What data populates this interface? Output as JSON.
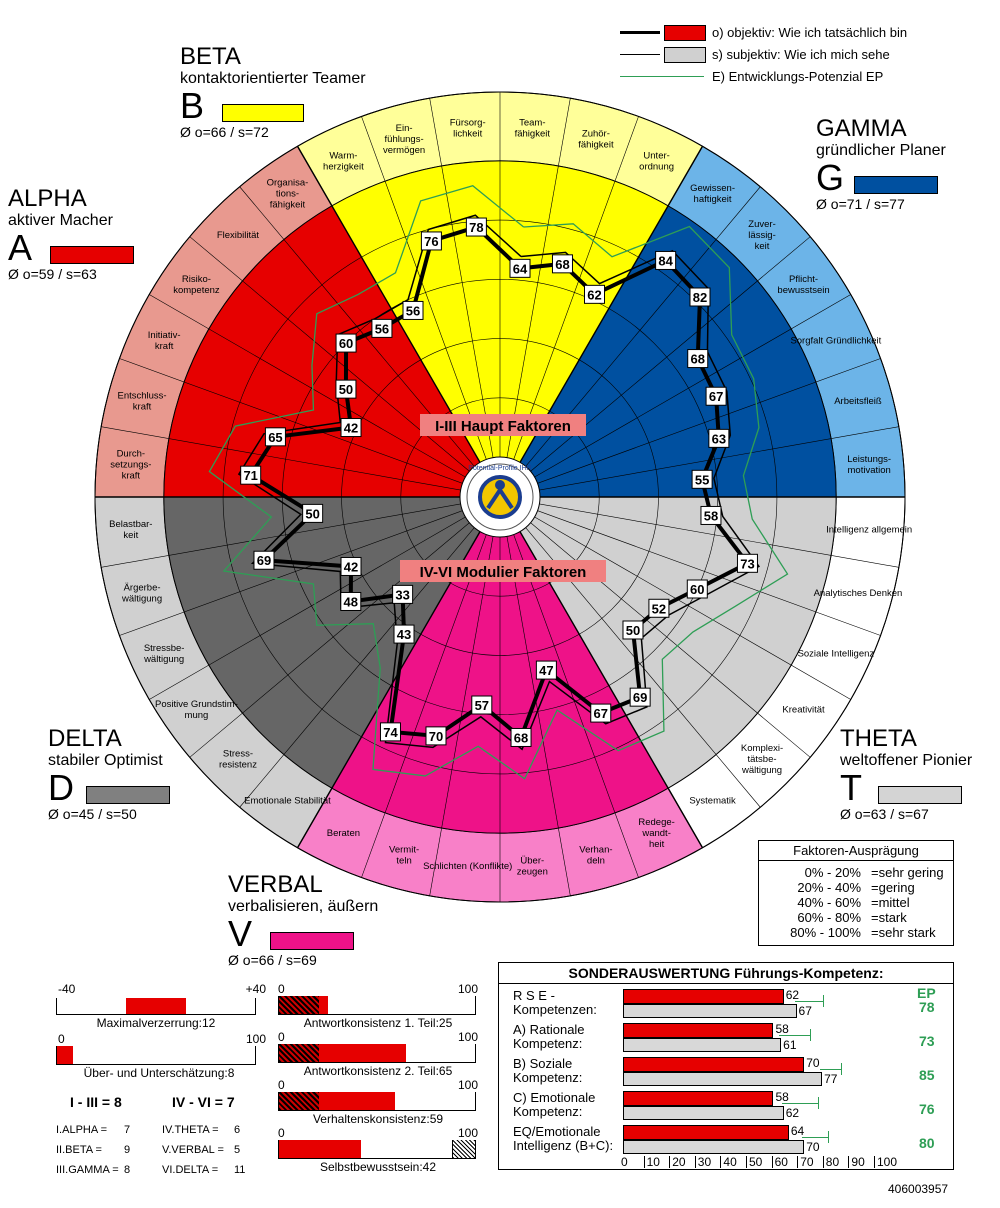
{
  "legend": [
    {
      "label": "o) objektiv: Wie ich tatsächlich bin",
      "line": "thick",
      "swatch": "#e60000"
    },
    {
      "label": "s) subjektiv: Wie ich mich sehe",
      "line": "thin",
      "swatch": "#d0d0d0"
    },
    {
      "label": "E) Entwicklungs-Potenzial EP",
      "line": "green",
      "swatch": ""
    }
  ],
  "groups": [
    {
      "id": "beta",
      "name": "BETA",
      "subtitle": "kontaktorientierter Teamer",
      "letter": "B",
      "avg": "Ø o=66 / s=72",
      "color": "#ffff00"
    },
    {
      "id": "alpha",
      "name": "ALPHA",
      "subtitle": "aktiver Macher",
      "letter": "A",
      "avg": "Ø o=59 / s=63",
      "color": "#e60000"
    },
    {
      "id": "gamma",
      "name": "GAMMA",
      "subtitle": "gründlicher Planer",
      "letter": "G",
      "avg": "Ø o=71 / s=77",
      "color": "#0050a0"
    },
    {
      "id": "delta",
      "name": "DELTA",
      "subtitle": "stabiler Optimist",
      "letter": "D",
      "avg": "Ø o=45 / s=50",
      "color": "#808080"
    },
    {
      "id": "theta",
      "name": "THETA",
      "subtitle": "weltoffener Pionier",
      "letter": "T",
      "avg": "Ø o=63 / s=67",
      "color": "#d4d4d4"
    },
    {
      "id": "verbal",
      "name": "VERBAL",
      "subtitle": "verbalisieren, äußern",
      "letter": "V",
      "avg": "Ø o=66 / s=69",
      "color": "#ee1288"
    }
  ],
  "wheel": {
    "center_label_top": "I-III Haupt Faktoren",
    "center_label_bottom": "IV-VI Modulier Faktoren",
    "logo_text": "Potential-Profile IHR"
  },
  "chart_data": {
    "type": "radar",
    "rlim": [
      0,
      100
    ],
    "categories": [
      "Team-fähigkeit",
      "Zuhör-fähigkeit",
      "Unter-ordnung",
      "Gewissen-haftigkeit",
      "Zuver-lässig-keit",
      "Pflicht-bewusstsein",
      "Sorgfalt Gründlichkeit",
      "Arbeitsfleiß",
      "Leistungs-motivation",
      "Intelligenz allgemein",
      "Analytisches Denken",
      "Soziale Intelligenz",
      "Kreativität",
      "Komplexi-tätsbe-wältigung",
      "Systematik",
      "Redege-wandt-heit",
      "Verhan-deln",
      "Über-zeugen",
      "Schlichten (Konflikte)",
      "Vermit-teln",
      "Beraten",
      "Emotionale Stabilität",
      "Stress-resistenz",
      "Positive Grundstim-mung",
      "Stressbe-wältigung",
      "Ärgerbe-wältigung",
      "Belastbar-keit",
      "Durch-setzungs-kraft",
      "Entschluss-kraft",
      "Initiativ-kraft",
      "Risiko-kompetenz",
      "Flexibilität",
      "Organisa-tions-fähigkeit",
      "Warm-herzigkeit",
      "Ein-fühlungs-vermögen",
      "Fürsorg-lichkeit"
    ],
    "series": [
      {
        "name": "o) objektiv: Wie ich tatsächlich bin",
        "values": [
          64,
          68,
          62,
          84,
          82,
          68,
          67,
          63,
          55,
          58,
          73,
          60,
          52,
          50,
          69,
          67,
          47,
          68,
          57,
          70,
          74,
          43,
          33,
          48,
          42,
          69,
          50,
          71,
          65,
          42,
          50,
          60,
          56,
          56,
          76,
          78
        ]
      }
    ]
  },
  "factor_table": {
    "title": "Faktoren-Ausprägung",
    "rows": [
      {
        "range": "0% - 20%",
        "label": "=sehr gering"
      },
      {
        "range": "20% - 40%",
        "label": "=gering"
      },
      {
        "range": "40% - 60%",
        "label": "=mittel"
      },
      {
        "range": "60% - 80%",
        "label": "=stark"
      },
      {
        "range": "80% - 100%",
        "label": "=sehr stark"
      }
    ]
  },
  "left_metrics": {
    "maxverz": {
      "label": "Maximalverzerrung:12",
      "min": "-40",
      "max": "+40",
      "value": 12
    },
    "ueber": {
      "label": "Über- und Unterschätzung:8",
      "min": "0",
      "max": "100",
      "value": 8
    },
    "totals": {
      "i_iii": "I - III = 8",
      "iv_vi": "IV - VI = 7"
    },
    "details": [
      [
        "I.ALPHA =",
        "7",
        "IV.THETA =",
        "6"
      ],
      [
        "II.BETA =",
        "9",
        "V.VERBAL =",
        "5"
      ],
      [
        "III.GAMMA =",
        "8",
        "VI.DELTA =",
        "11"
      ]
    ]
  },
  "mid_metrics": [
    {
      "label": "Antwortkonsistenz 1. Teil:25",
      "min": "0",
      "max": "100",
      "value": 25
    },
    {
      "label": "Antwortkonsistenz 2. Teil:65",
      "min": "0",
      "max": "100",
      "value": 65
    },
    {
      "label": "Verhaltenskonsistenz:59",
      "min": "0",
      "max": "100",
      "value": 59
    },
    {
      "label": "Selbstbewusstsein:42",
      "min": "0",
      "max": "100",
      "value": 42
    }
  ],
  "sonder": {
    "title": "SONDERAUSWERTUNG Führungs-Kompetenz:",
    "ep_header": "EP",
    "axis_ticks": [
      "0",
      "10",
      "20",
      "30",
      "40",
      "50",
      "60",
      "70",
      "80",
      "90",
      "100"
    ],
    "rows": [
      {
        "label": "R S E -\nKompetenzen:",
        "o": 62,
        "s": 67,
        "ep": "78"
      },
      {
        "label": "A) Rationale\nKompetenz:",
        "o": 58,
        "s": 61,
        "ep": "73"
      },
      {
        "label": "B) Soziale\nKompetenz:",
        "o": 70,
        "s": 77,
        "ep": "85"
      },
      {
        "label": "C) Emotionale\nKompetenz:",
        "o": 58,
        "s": 62,
        "ep": "76"
      },
      {
        "label": "EQ/Emotionale\nIntelligenz (B+C):",
        "o": 64,
        "s": 70,
        "ep": "80"
      }
    ]
  },
  "doc_id": "406003957"
}
